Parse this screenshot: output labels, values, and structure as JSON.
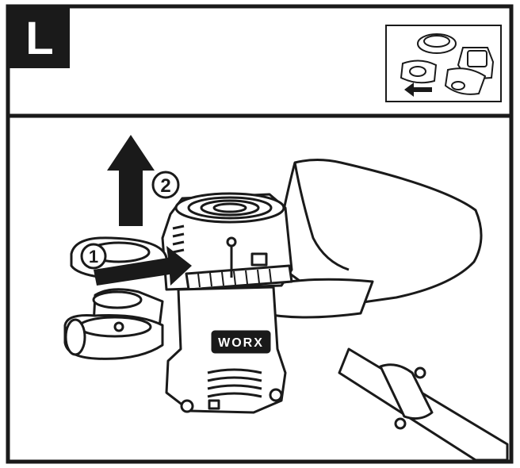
{
  "step": {
    "letter": "L"
  },
  "callouts": [
    {
      "number": "1"
    },
    {
      "number": "2"
    }
  ],
  "tool": {
    "brand": "WORX"
  },
  "colors": {
    "ink": "#1a1a1a",
    "paper": "#ffffff",
    "badge": "#1a1a1a"
  }
}
